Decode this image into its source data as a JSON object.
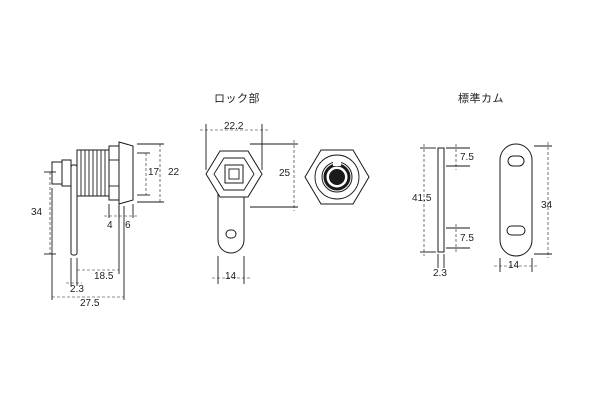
{
  "sections": {
    "lock_title": "ロック部",
    "cam_title": "標準カム"
  },
  "lock_side": {
    "height_34": "34",
    "dia_17": "17",
    "dia_22": "22",
    "d_4": "4",
    "d_6": "6",
    "d_2_3": "2.3",
    "d_18_5": "18.5",
    "d_27_5": "27.5"
  },
  "lock_front": {
    "w_22_2": "22.2",
    "h_25": "25",
    "w_14": "14"
  },
  "cam_side": {
    "h_41_5": "41.5",
    "d_7_5_top": "7.5",
    "d_7_5_bottom": "7.5",
    "t_2_3": "2.3"
  },
  "cam_front": {
    "h_34": "34",
    "w_14": "14"
  }
}
